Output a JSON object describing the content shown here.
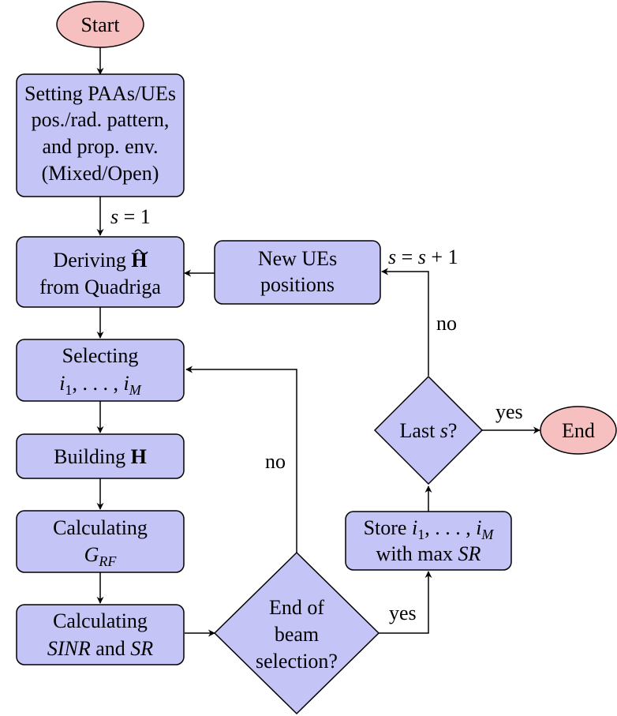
{
  "colors": {
    "process_fill": "#c4c4f7",
    "terminal_fill": "#f7c0c0",
    "stroke": "#000000"
  },
  "nodes": {
    "start": "Start",
    "setting": {
      "line1": "Setting PAAs/UEs",
      "line2": "pos./rad. pattern,",
      "line3": "and prop. env.",
      "line4": "(Mixed/Open)"
    },
    "deriving": {
      "prefix": "Deriving",
      "symbol": "H",
      "line2": "from Quadriga"
    },
    "new_ues": {
      "line1": "New UEs",
      "line2": "positions"
    },
    "selecting": {
      "line1": "Selecting",
      "i1": "i",
      "sub1": "1",
      "dots": ", . . . , ",
      "iM": "i",
      "subM": "M"
    },
    "building": {
      "prefix": "Building",
      "symbol": "H"
    },
    "calc_grf": {
      "line1": "Calculating",
      "g": "G",
      "sub": "RF"
    },
    "calc_sinr": {
      "line1": "Calculating",
      "sinr": "SINR",
      "and": " and ",
      "sr": "SR"
    },
    "end_beam": {
      "line1": "End of",
      "line2": "beam",
      "line3": "selection?"
    },
    "store": {
      "prefix": "Store",
      "i1": "i",
      "sub1": "1",
      "dots": ", . . . , ",
      "iM": "i",
      "subM": "M",
      "line2_prefix": "with max ",
      "sr": "SR"
    },
    "last_s": {
      "prefix": "Last ",
      "s": "s",
      "q": "?"
    },
    "end": "End"
  },
  "edge_labels": {
    "s_init": {
      "s": "s",
      "rest": " = 1"
    },
    "s_incr": {
      "s1": "s",
      "eq": " = ",
      "s2": "s",
      "plus": " + 1"
    },
    "no_last": "no",
    "yes_last": "yes",
    "no_beam": "no",
    "yes_beam": "yes"
  }
}
